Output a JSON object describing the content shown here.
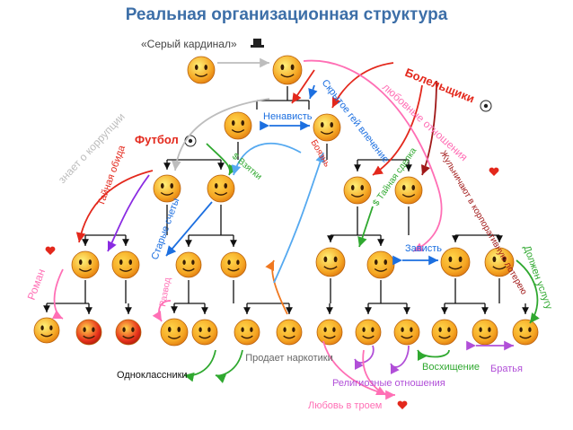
{
  "title": "Реальная организационная структура",
  "colors": {
    "face": "#f5a623",
    "face_dark": "#e07a10",
    "face_light": "#ffd54a",
    "hierarchy": "#111111",
    "gray": "#bdbdbd",
    "red": "#e3281c",
    "pink": "#ff6fb5",
    "blue": "#1c6fe0",
    "lightblue": "#55a9f0",
    "green": "#2fa82f",
    "purple": "#8a2be2",
    "darkred": "#a01818",
    "violet": "#b14fd8",
    "orange": "#f07820"
  },
  "labels": {
    "gray_cardinal": "«Серый кардинал»",
    "football": "Футбол",
    "fans": "Болельщики",
    "hate": "Ненависть",
    "hidden_gay": "Скрытое гей влечение",
    "love_rel": "любовные отношения",
    "knows_corruption": "знает о коррупции",
    "secret_grudge": "Тайная обида",
    "bribes": "$ Взятки",
    "fear": "Боязнь",
    "cheat_lottery": "Жульничают в корпоративную лотерею",
    "secret_deal": "$ Тайная сделка",
    "envy": "Зависть",
    "old_accounts": "Старые счеты",
    "romance": "Роман",
    "divorce": "Развод",
    "must_serve": "Должен услугу",
    "classmates": "Одноклассники",
    "sells_drugs": "Продает наркотики",
    "admiration": "Восхищение",
    "brothers": "Братья",
    "religious": "Религиозные отношения",
    "threesome": "Любовь в троем"
  }
}
